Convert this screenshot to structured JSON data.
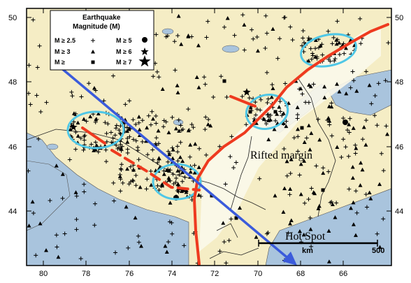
{
  "chart_data": {
    "type": "map",
    "x_tick_labels": [
      "80",
      "78",
      "76",
      "74",
      "72",
      "70",
      "68",
      "66"
    ],
    "y_tick_labels": [
      "50",
      "48",
      "46",
      "44"
    ],
    "legend": {
      "title_line1": "Earthquake",
      "title_line2": "Magnitude (M)",
      "entries": [
        {
          "label": "M ≥ 2.5",
          "symbol": "plus"
        },
        {
          "label": "M ≥ 5",
          "symbol": "circle"
        },
        {
          "label": "M ≥ 3",
          "symbol": "triangle"
        },
        {
          "label": "M ≥ 6",
          "symbol": "star"
        },
        {
          "label": "M ≥",
          "symbol": "square"
        },
        {
          "label": "M ≥ 7",
          "symbol": "star-large"
        }
      ]
    },
    "annotations": {
      "rifted_margin": "Rifted margin",
      "hot_spot": "Hot Spot"
    },
    "scale_bar": {
      "unit": "km",
      "value": "500"
    },
    "colors": {
      "land": "#f5edc5",
      "water": "#a9c4dd",
      "rift_line": "#ee3a1f",
      "hotspot_track": "#3b5bdb",
      "cluster_ellipse": "#4fc7e6",
      "rifted_zone": "#fbf8ea"
    }
  }
}
